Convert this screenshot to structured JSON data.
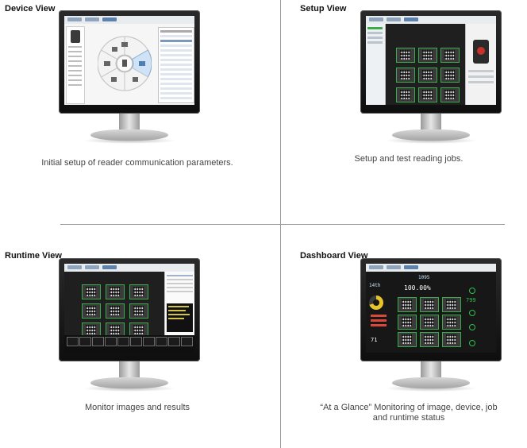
{
  "quadrants": [
    {
      "title": "Device View",
      "caption": "Initial setup of reader communication parameters."
    },
    {
      "title": "Setup View",
      "caption": "Setup and test reading jobs."
    },
    {
      "title": "Runtime View",
      "caption": "Monitor images and results"
    },
    {
      "title": "Dashboard View",
      "caption_lines": [
        "“At a Glance” Monitoring of image, device, job",
        "and runtime status"
      ]
    }
  ],
  "dashboard_screen": {
    "stat_left": "14th",
    "stat_center": "100.00%",
    "stat_top": "1095",
    "stat_right": "799",
    "stat_bottom": "71"
  },
  "colors": {
    "accent_green": "#3cab4c",
    "screen_dark": "#1f1f1f",
    "alert_red": "#d9493a",
    "donut_yellow": "#e8c42b"
  }
}
